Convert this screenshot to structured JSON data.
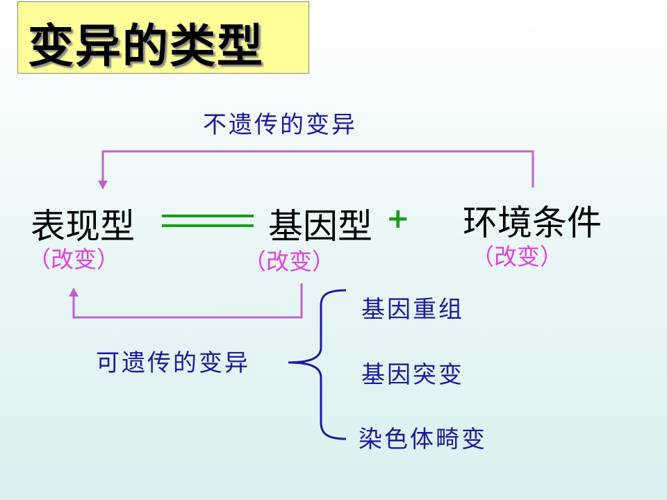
{
  "title": "变异的类型",
  "non_heritable_label": "不遗传的变异",
  "heritable_label": "可遗传的变异",
  "phenotype": {
    "name": "表现型",
    "note": "（改变）"
  },
  "genotype": {
    "name": "基因型",
    "note": "（改变）"
  },
  "plus_sign": "+",
  "environment": {
    "name": "环境条件",
    "note": "（改变）"
  },
  "sources": [
    "基因重组",
    "基因突变",
    "染色体畸变"
  ],
  "colors": {
    "arrow": "#c060d0",
    "equals": "#1a9b1a",
    "brace": "#1a1aa0",
    "text_blue": "#1a1a9c",
    "paren": "#e040e0",
    "title_bg": "#ffff99"
  }
}
